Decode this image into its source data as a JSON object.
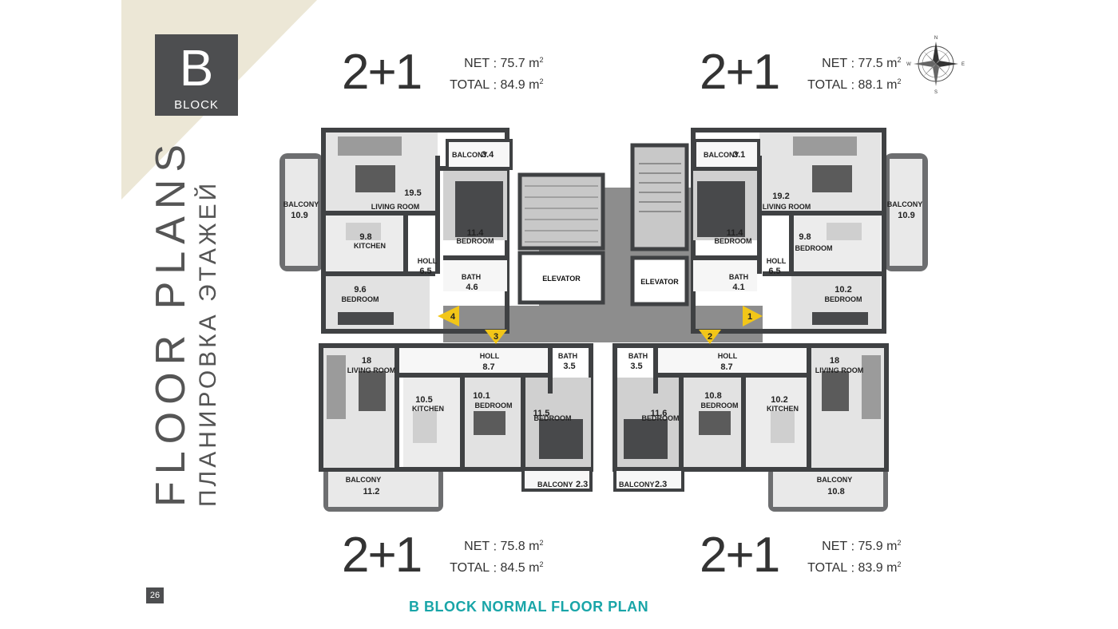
{
  "block": {
    "letter": "B",
    "word": "BLOCK"
  },
  "title": {
    "en": "FLOOR PLANS",
    "ru": "ПЛАНИРОВКА ЭТАЖЕЙ"
  },
  "units": [
    {
      "type": "2+1",
      "net_label": "NET",
      "net": "75.7",
      "total_label": "TOTAL",
      "total": "84.9",
      "unit": "m"
    },
    {
      "type": "2+1",
      "net_label": "NET",
      "net": "77.5",
      "total_label": "TOTAL",
      "total": "88.1",
      "unit": "m"
    },
    {
      "type": "2+1",
      "net_label": "NET",
      "net": "75.8",
      "total_label": "TOTAL",
      "total": "84.5",
      "unit": "m"
    },
    {
      "type": "2+1",
      "net_label": "NET",
      "net": "75.9",
      "total_label": "TOTAL",
      "total": "83.9",
      "unit": "m"
    }
  ],
  "page_number": "26",
  "footer_title": "B BLOCK NORMAL FLOOR PLAN",
  "compass": {
    "n": "N",
    "s": "S",
    "e": "E",
    "w": "W"
  },
  "plan": {
    "elevators": [
      "ELEVATOR",
      "ELEVATOR"
    ],
    "markers": [
      "1",
      "2",
      "3",
      "4"
    ],
    "rooms": {
      "u1_balcony_top": {
        "name": "BALCONY",
        "area": "3.4"
      },
      "u1_balcony_side": {
        "name": "BALCONY",
        "area": "10.9"
      },
      "u1_living": {
        "name": "LIVING ROOM",
        "area": "19.5"
      },
      "u1_bedroom1": {
        "name": "BEDROOM",
        "area": "11.4"
      },
      "u1_kitchen": {
        "name": "KITCHEN",
        "area": "9.8"
      },
      "u1_holl": {
        "name": "HOLL",
        "area": "6.5"
      },
      "u1_bath": {
        "name": "BATH",
        "area": "4.6"
      },
      "u1_bedroom2": {
        "name": "BEDROOM",
        "area": "9.6"
      },
      "u2_balcony_top": {
        "name": "BALCONY",
        "area": "3.1"
      },
      "u2_balcony_side": {
        "name": "BALCONY",
        "area": "10.9"
      },
      "u2_living": {
        "name": "LIVING ROOM",
        "area": "19.2"
      },
      "u2_bedroom1": {
        "name": "BEDROOM",
        "area": "11.4"
      },
      "u2_kitchen": {
        "name": "BEDROOM",
        "area": "9.8"
      },
      "u2_holl": {
        "name": "HOLL",
        "area": "6.5"
      },
      "u2_bath": {
        "name": "BATH",
        "area": "4.1"
      },
      "u2_bedroom2": {
        "name": "BEDROOM",
        "area": "10.2"
      },
      "u3_living": {
        "name": "LIVING ROOM",
        "area": "18"
      },
      "u3_holl": {
        "name": "HOLL",
        "area": "8.7"
      },
      "u3_bath": {
        "name": "BATH",
        "area": "3.5"
      },
      "u3_kitchen": {
        "name": "KITCHEN",
        "area": "10.5"
      },
      "u3_bedroom1": {
        "name": "BEDROOM",
        "area": "10.1"
      },
      "u3_bedroom2": {
        "name": "BEDROOM",
        "area": "11.5"
      },
      "u3_balcony_big": {
        "name": "BALCONY",
        "area": "11.2"
      },
      "u3_balcony_small": {
        "name": "BALCONY",
        "area": "2.3"
      },
      "u4_living": {
        "name": "LIVING ROOM",
        "area": "18"
      },
      "u4_holl": {
        "name": "HOLL",
        "area": "8.7"
      },
      "u4_bath": {
        "name": "BATH",
        "area": "3.5"
      },
      "u4_kitchen": {
        "name": "KITCHEN",
        "area": "10.2"
      },
      "u4_bedroom1": {
        "name": "BEDROOM",
        "area": "10.8"
      },
      "u4_bedroom2": {
        "name": "BEDROOM",
        "area": "11.6"
      },
      "u4_balcony_big": {
        "name": "BALCONY",
        "area": "10.8"
      },
      "u4_balcony_small": {
        "name": "BALCONY",
        "area": "2.3"
      }
    }
  }
}
